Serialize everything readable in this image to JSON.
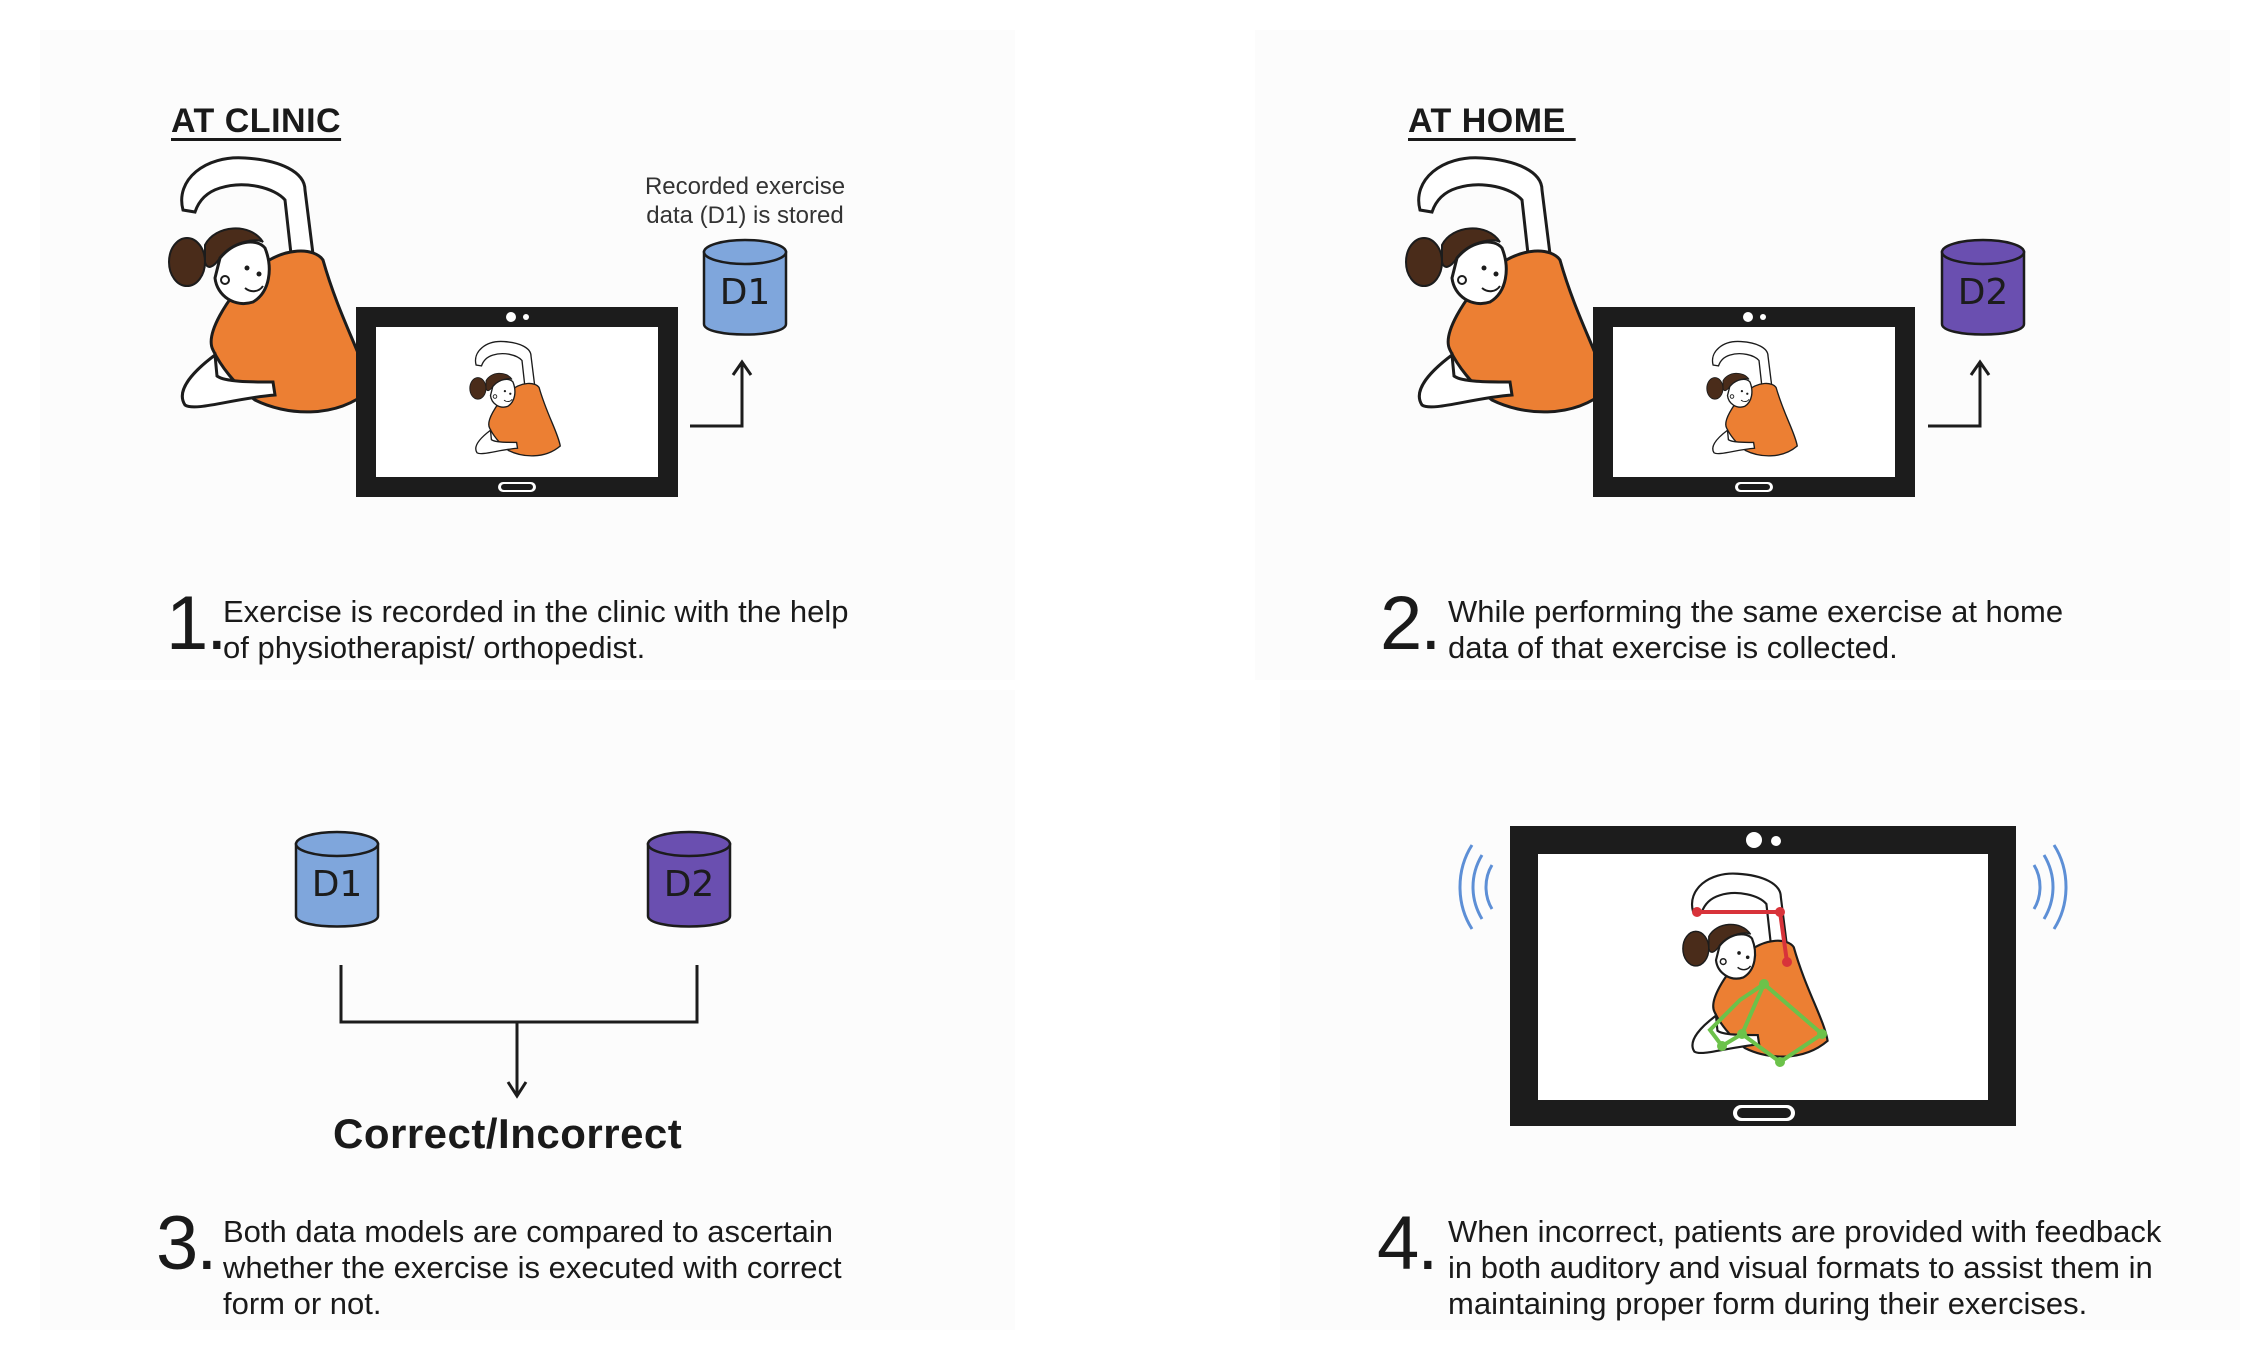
{
  "colors": {
    "d1": "#7fa6dc",
    "d2": "#6a4fb0",
    "shirt": "#ec7f33",
    "frame": "#1c1c1c",
    "skeleton_red": "#d8333a",
    "skeleton_green": "#6cc24a",
    "sound_waves": "#5d8fd6"
  },
  "panels": {
    "clinic": {
      "heading": "AT CLINIC",
      "note_line1": "Recorded exercise",
      "note_line2": "data (D1) is stored",
      "db_label": "D1",
      "step_number": "1.",
      "step_line1": "Exercise is recorded in the clinic with the help",
      "step_line2": "of physiotherapist/ orthopedist."
    },
    "home": {
      "heading": "AT HOME ",
      "db_label": "D2",
      "step_number": "2.",
      "step_line1": "While performing the same exercise at home",
      "step_line2": "data of that exercise is collected."
    },
    "compare": {
      "db_left": "D1",
      "db_right": "D2",
      "result": "Correct/Incorrect",
      "step_number": "3.",
      "step_line1": "Both data models are compared to ascertain",
      "step_line2": "whether the exercise is executed with correct",
      "step_line3": "form or not."
    },
    "feedback": {
      "step_number": "4.",
      "step_line1": "When incorrect, patients are provided with feedback",
      "step_line2": "in both auditory and visual formats to assist them in",
      "step_line3": "maintaining proper form during their exercises."
    }
  },
  "icons": {
    "figure": "woman-side-stretch-figure",
    "tablet": "tablet-icon",
    "database": "database-cylinder-icon",
    "arrow": "arrow-up-icon",
    "sound": "sound-waves-icon"
  }
}
